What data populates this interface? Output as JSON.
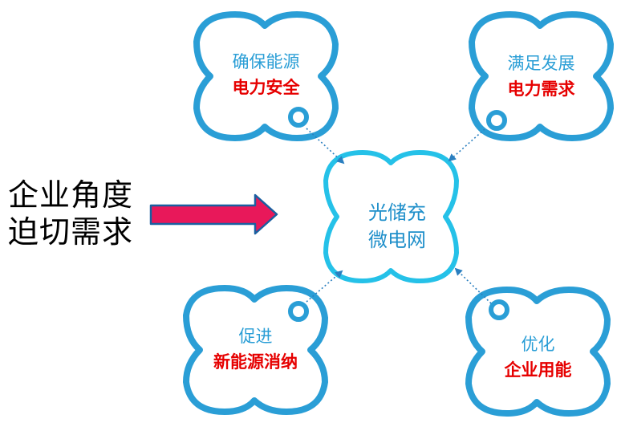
{
  "left": {
    "line1": "企业角度",
    "line2": "迫切需求"
  },
  "center": {
    "line1": "光储充",
    "line2": "微电网"
  },
  "nodes": {
    "top_left": {
      "line1": "确保能源",
      "line2": "电力安全"
    },
    "top_right": {
      "line1": "满足发展",
      "line2": "电力需求"
    },
    "bottom_left": {
      "line1": "促进",
      "line2": "新能源消纳"
    },
    "bottom_right": {
      "line1": "优化",
      "line2": "企业用能"
    }
  },
  "colors": {
    "cloud_stroke": "#2a9ed6",
    "center_stroke": "#25c1e8",
    "red_text": "#e60000",
    "arrow_fill": "#e8185a",
    "arrow_stroke": "#1a5fa0",
    "dot_line": "#2a7fc0"
  }
}
